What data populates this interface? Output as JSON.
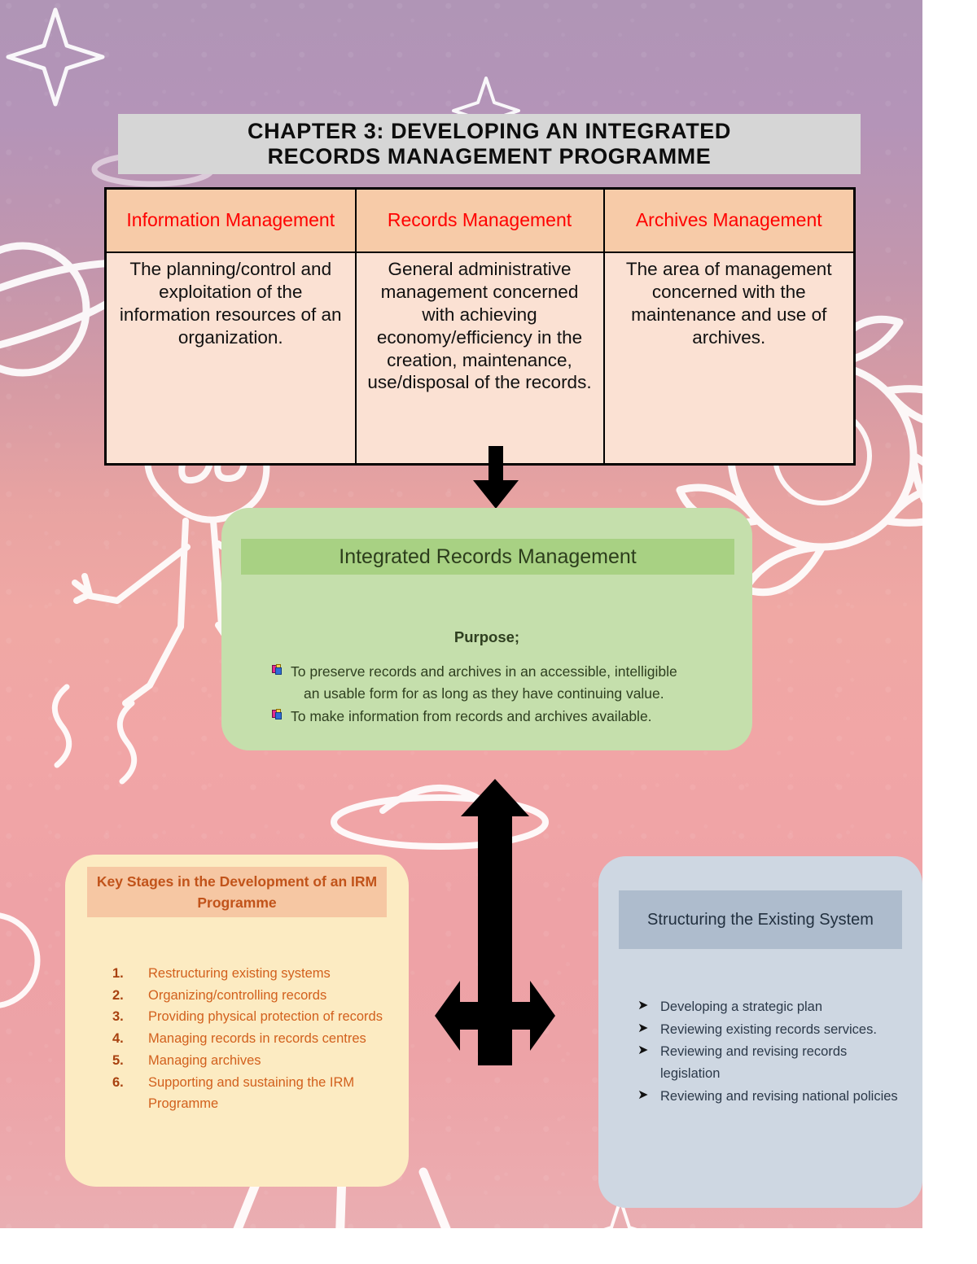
{
  "title": {
    "line1": "CHAPTER 3: DEVELOPING AN INTEGRATED",
    "line2": "RECORDS MANAGEMENT PROGRAMME"
  },
  "definitions_table": {
    "headers": [
      "Information Management",
      "Records Management",
      "Archives Management"
    ],
    "cells": [
      "The planning/control and exploitation of the information resources of an organization.",
      "General administrative management concerned with achieving economy/efficiency in the creation, maintenance, use/disposal of the records.",
      "The area of management concerned with the maintenance and use of archives."
    ]
  },
  "irm": {
    "heading": "Integrated Records Management",
    "purpose_label": "Purpose;",
    "items": [
      {
        "line1": "To preserve records and archives in an accessible, intelligible",
        "line2": "an usable form for as long as they have continuing value."
      },
      {
        "line1": "To make information from records and archives available.",
        "line2": ""
      }
    ]
  },
  "key_stages": {
    "heading": "Key Stages in the Development of an IRM Programme",
    "items": [
      {
        "num": "1.",
        "text": "Restructuring existing systems"
      },
      {
        "num": "2.",
        "text": "Organizing/controlling records"
      },
      {
        "num": "3.",
        "text": "Providing physical protection of records"
      },
      {
        "num": "4.",
        "text": "Managing records in records centres"
      },
      {
        "num": "5.",
        "text": "Managing archives"
      },
      {
        "num": "6.",
        "text": "Supporting and sustaining the IRM Programme"
      }
    ]
  },
  "structuring": {
    "heading": "Structuring the Existing System",
    "bullet_glyph": "➤",
    "items": [
      "Developing a strategic plan",
      "Reviewing existing records services.",
      "Reviewing and revising records legislation",
      "Reviewing and revising national policies"
    ]
  },
  "colors": {
    "title_banner": "#d6d6d6",
    "table_header": "#f7cba8",
    "table_header_text": "#ff0000",
    "table_cell": "#fbe1d3",
    "irm_box": "#c5dfac",
    "irm_header_band": "#a8d183",
    "key_box": "#fcebc2",
    "key_header_band": "#f6c7a3",
    "key_text": "#d2601d",
    "struct_box": "#ced7e2",
    "struct_header_band": "#aebccd",
    "arrow": "#000000"
  },
  "icons": {
    "arrow_down": "arrow-down-icon",
    "arrow_tri": "tri-directional-arrow-icon",
    "bullet_books": "books-bullet-icon",
    "bullet_chevron": "chevron-right-bullet-icon"
  }
}
